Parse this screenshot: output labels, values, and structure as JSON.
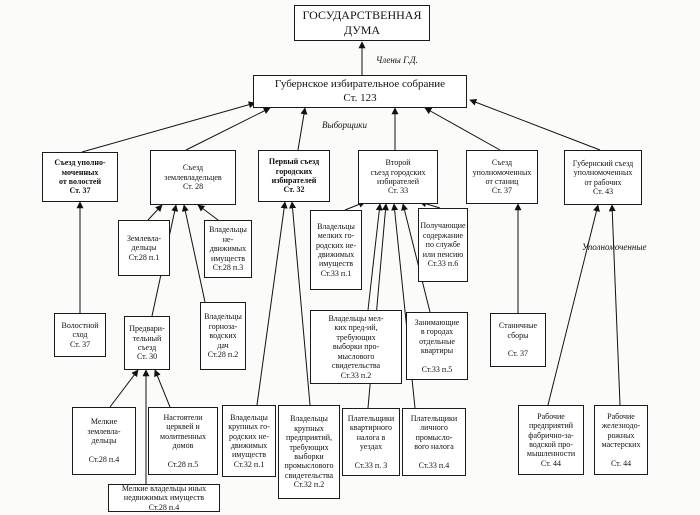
{
  "diagram": {
    "duma": "ГОСУДАРСТВЕННАЯ\nДУМА",
    "assembly": "Губернское избирательное собрание\nСт. 123",
    "labels": {
      "members": "Члены Г.Д.",
      "electors": "Выборщики",
      "authorized": "Уполномоченные"
    },
    "congresses": {
      "volost": "Съезд уполно-\nмоченных\nот волостей\nСт. 37",
      "landowners": "Съезд\nземлевладельцев\nСт. 28",
      "city_first": "Первый съезд\nгородских\nизбирателей\nСт. 32",
      "city_second": "Второй\nсъезд городских\nизбирателей\nСт. 33",
      "stanitsa": "Съезд\nуполномоченных\nот станиц\nСт. 37",
      "workers": "Губернский съезд\nуполномоченных\nот рабочих\nСт. 43"
    },
    "nodes": {
      "volost_assembly": "Волостной\nсход\nСт. 37",
      "landowners_owners": "Землевла-\nдельцы\nСт.28 п.1",
      "real_estate_owners": "Владельцы\nне-\nдвижимых\nимуществ\nСт.28 п.3",
      "preliminary": "Предвари-\nтельный\nсъезд\nСт. 30",
      "mining_owners": "Владельцы\nгорноза-\nводских\nдач\nСт.28 п.2",
      "small_landowners": "Мелкие\nземлевла-\nдельцы\n\nСт.28 п.4",
      "church_abbots": "Настоятели\nцерквей и\nмолитвенных домов\n\nСт.28 п.5",
      "small_real_estate": "Мелкие владельцы иных\nнедвижимых имуществ\nСт.28 п.4",
      "large_city_owners": "Владельцы\nкрупных го-\nродских не-\nдвижимых\nимуществ\nСт.32 п.1",
      "large_enterprise": "Владельцы\nкрупных\nпредприятий,\nтребующих\nвыборки\nпромыслового\nсвидетельства\nСт.32 п.2",
      "small_city_owners": "Владельцы\nмелких го-\nродских не-\nдвижимых\nимуществ\nСт.33 п.1",
      "pension": "Получающие\nсодержание\nпо службе\nили пенсию\nСт.33 п.6",
      "small_enterprise": "Владельцы мел-\nких пред-ий,\nтребующих\nвыборки про-\nмыслового\nсвидетельства\nСт.33 п.2",
      "apartments": "Занимающие\nв городах\nотдельные\nквартиры\n\nСт.33 п.5",
      "apartment_tax": "Плательщики\nквартирного\nналога в\nуездах\n\nСт.33 п. 3",
      "trade_tax": "Плательщики\nличного\nпромысло-\nвого налога\n\nСт.33 п.4",
      "stanitsa_assembly": "Станичные\nсборы\n\nСт. 37",
      "factory_workers": "Рабочие\nпредприятий\nфабрично-за-\nводской про-\nмышленности\nСт. 44",
      "railway_workers": "Рабочие\nжелезнодо-\nрожных\nмастерских\n\nСт. 44"
    }
  }
}
